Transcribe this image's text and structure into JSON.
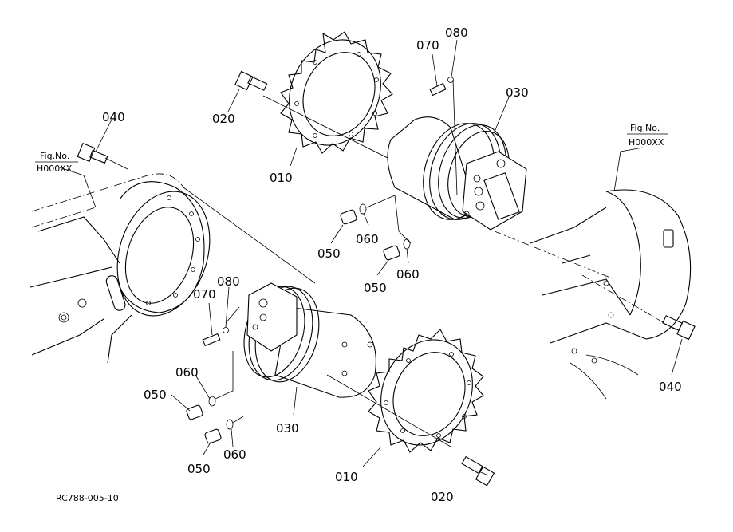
{
  "drawing_id": "RC788-005-10",
  "callouts": {
    "sprocket_top": "010",
    "sprocket_bottom": "010",
    "bolt_top": "020",
    "bolt_bottom": "020",
    "motor_top": "030",
    "motor_bottom": "030",
    "bolt_left": "040",
    "bolt_right": "040",
    "fitting_top_a": "050",
    "fitting_top_b": "050",
    "fitting_bot_a": "050",
    "fitting_bot_b": "050",
    "oring_top_a": "060",
    "oring_top_b": "060",
    "oring_bot_a": "060",
    "oring_bot_b": "060",
    "plug_top": "070",
    "plug_bottom": "070",
    "seal_top": "080",
    "seal_bottom": "080"
  },
  "fig_refs": {
    "left": {
      "line1": "Fig.No.",
      "line2": "H000XX"
    },
    "right": {
      "line1": "Fig.No.",
      "line2": "H000XX"
    }
  }
}
